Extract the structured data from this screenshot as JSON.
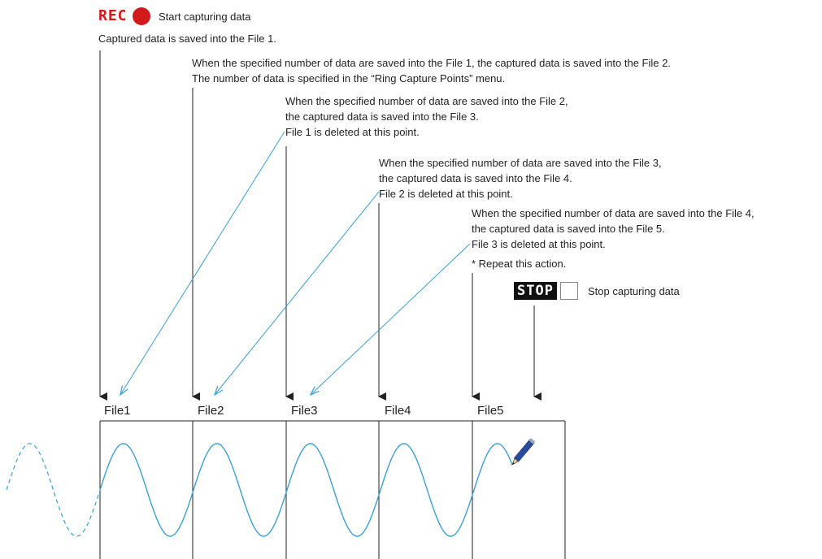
{
  "header": {
    "rec_badge": "REC",
    "start_text": "Start capturing data",
    "file1_text": "Captured data is saved into the File 1."
  },
  "notes": {
    "n2_line1": "When the specified number of data are saved into the File 1, the captured data is saved into the File 2.",
    "n2_line2": "The number of data is specified in the “Ring Capture Points” menu.",
    "n3_line1": "When the specified number of data are saved into the File 2,",
    "n3_line2": "the captured data is saved into the File 3.",
    "n3_line3": "File 1 is deleted at this point.",
    "n4_line1": "When the specified number of data are saved into the File 3,",
    "n4_line2": "the captured data is saved into the File 4.",
    "n4_line3": "File 2 is deleted at this point.",
    "n5_line1": "When the specified number of data are saved into the File 4,",
    "n5_line2": "the captured data is saved into the File 5.",
    "n5_line3": "File 3 is deleted at this point.",
    "n5_line4": "* Repeat this action."
  },
  "stop": {
    "badge": "STOP",
    "text": "Stop capturing data"
  },
  "files": [
    "File1",
    "File2",
    "File3",
    "File4",
    "File5"
  ],
  "colors": {
    "rec_red": "#d21a1a",
    "wave_blue": "#3aa0d8",
    "line_black": "#222222",
    "stop_bg": "#111111"
  },
  "icons": {
    "record": "record-dot-icon",
    "stop": "stop-box-icon",
    "pen": "pen-icon"
  }
}
